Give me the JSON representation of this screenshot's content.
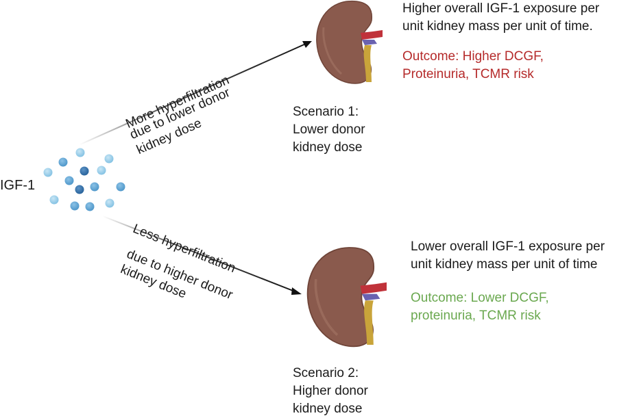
{
  "source": {
    "label": "IGF-1",
    "particle_colors": {
      "light": "#8ecae6",
      "mid": "#5ba4d4",
      "dark": "#2f6fa8"
    }
  },
  "arrows": {
    "upper": {
      "label_line1": "More hyperfiltration",
      "label_line2": "due to lower donor\nkidney dose"
    },
    "lower": {
      "label_line1": "Less hyperfiltration",
      "label_line2": "due to higher donor\nkidney dose"
    }
  },
  "scenarios": [
    {
      "title": "Scenario 1:\nLower donor\nkidney dose",
      "exposure": "Higher overall IGF-1 exposure per\nunit kidney mass per unit of time.",
      "outcome": "Outcome: Higher DCGF,\nProteinuria, TCMR risk",
      "outcome_color": "#b52a2a"
    },
    {
      "title": "Scenario 2:\nHigher donor\nkidney dose",
      "exposure": "Lower overall IGF-1 exposure per\nunit kidney mass per unit of time",
      "outcome": "Outcome: Lower DCGF,\nproteinuria, TCMR risk",
      "outcome_color": "#6aa84f"
    }
  ],
  "colors": {
    "kidney": "#8a5a4d",
    "kidney_shadow": "#6f4438",
    "artery": "#c0323a",
    "vein": "#6a62b0",
    "ureter": "#c9a43a"
  }
}
